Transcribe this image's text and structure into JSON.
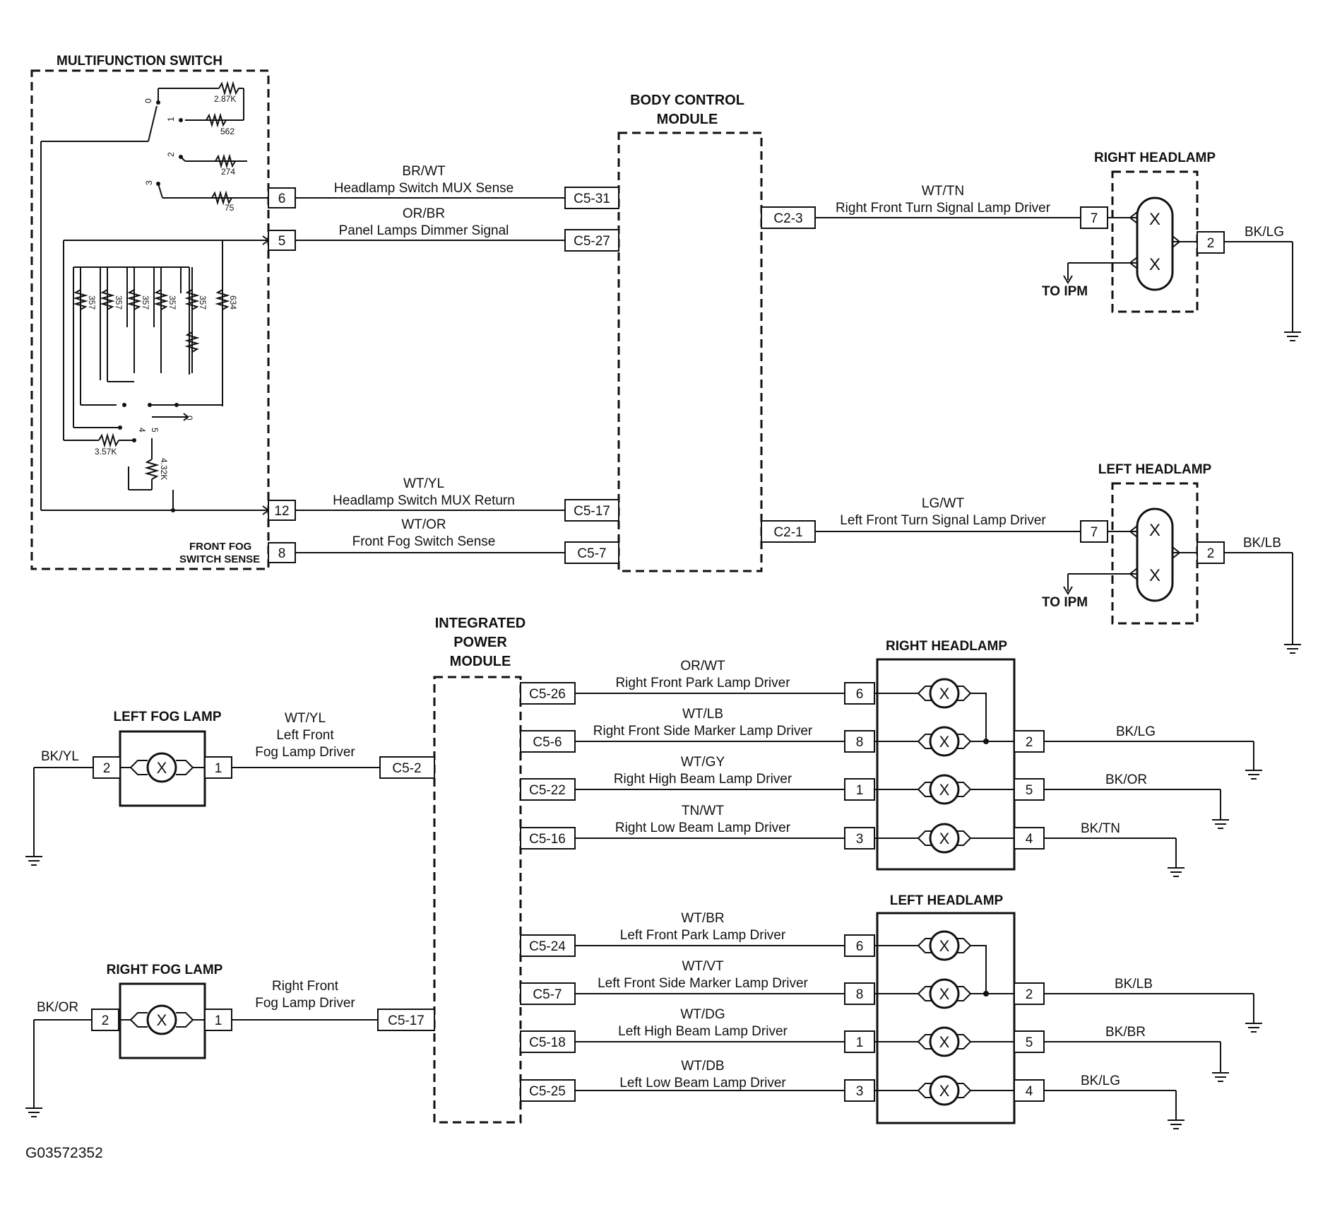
{
  "figure_id": "G03572352",
  "multifunction_switch": {
    "title": "MULTIFUNCTION SWITCH",
    "positions": [
      "0",
      "1",
      "2",
      "3",
      "4",
      "5",
      "0"
    ],
    "resistors": [
      "2.87K",
      "562",
      "274",
      "75",
      "357",
      "357",
      "357",
      "357",
      "357",
      "634",
      "3.57K",
      "4.32K"
    ],
    "front_fog_label_1": "FRONT FOG",
    "front_fog_label_2": "SWITCH SENSE",
    "pins": [
      "6",
      "5",
      "12",
      "8"
    ]
  },
  "body_control_module": {
    "title_1": "BODY CONTROL",
    "title_2": "MODULE",
    "left_connectors": [
      "C5-31",
      "C5-27",
      "C5-17",
      "C5-7"
    ],
    "right_connectors": [
      "C2-3",
      "C2-1"
    ]
  },
  "switch_wires": [
    {
      "color": "BR/WT",
      "name": "Headlamp Switch MUX Sense"
    },
    {
      "color": "OR/BR",
      "name": "Panel Lamps Dimmer Signal"
    },
    {
      "color": "WT/YL",
      "name": "Headlamp Switch MUX Return"
    },
    {
      "color": "WT/OR",
      "name": "Front Fog Switch Sense"
    }
  ],
  "turn_headlamps": [
    {
      "title": "RIGHT HEADLAMP",
      "wire_color": "WT/TN",
      "wire_name": "Right Front Turn Signal Lamp Driver",
      "pin_in": "7",
      "pin_out": "2",
      "ground_color": "BK/LG",
      "to": "TO IPM"
    },
    {
      "title": "LEFT HEADLAMP",
      "wire_color": "LG/WT",
      "wire_name": "Left Front Turn Signal Lamp Driver",
      "pin_in": "7",
      "pin_out": "2",
      "ground_color": "BK/LB",
      "to": "TO IPM"
    }
  ],
  "ipm": {
    "title_1": "INTEGRATED",
    "title_2": "POWER",
    "title_3": "MODULE"
  },
  "fog_lamps": [
    {
      "title": "LEFT FOG LAMP",
      "ground_color": "BK/YL",
      "pin_left": "2",
      "pin_right": "1",
      "wire_color": "WT/YL",
      "wire_name_1": "Left Front",
      "wire_name_2": "Fog Lamp Driver",
      "connector": "C5-2"
    },
    {
      "title": "RIGHT FOG LAMP",
      "ground_color": "BK/OR",
      "pin_left": "2",
      "pin_right": "1",
      "wire_color": "",
      "wire_name_1": "Right Front",
      "wire_name_2": "Fog Lamp Driver",
      "connector": "C5-17"
    }
  ],
  "right_headlamp_group": {
    "title": "RIGHT HEADLAMP",
    "circuits": [
      {
        "connector": "C5-26",
        "wire_color": "OR/WT",
        "wire_name": "Right Front Park Lamp Driver",
        "pin_in": "6"
      },
      {
        "connector": "C5-6",
        "wire_color": "WT/LB",
        "wire_name": "Right Front Side Marker Lamp Driver",
        "pin_in": "8"
      },
      {
        "connector": "C5-22",
        "wire_color": "WT/GY",
        "wire_name": "Right High Beam Lamp Driver",
        "pin_in": "1"
      },
      {
        "connector": "C5-16",
        "wire_color": "TN/WT",
        "wire_name": "Right Low Beam Lamp Driver",
        "pin_in": "3"
      }
    ],
    "grounds": [
      {
        "pin": "2",
        "color": "BK/LG"
      },
      {
        "pin": "5",
        "color": "BK/OR"
      },
      {
        "pin": "4",
        "color": "BK/TN"
      }
    ]
  },
  "left_headlamp_group": {
    "title": "LEFT HEADLAMP",
    "circuits": [
      {
        "connector": "C5-24",
        "wire_color": "WT/BR",
        "wire_name": "Left Front Park Lamp Driver",
        "pin_in": "6"
      },
      {
        "connector": "C5-7",
        "wire_color": "WT/VT",
        "wire_name": "Left Front Side Marker Lamp Driver",
        "pin_in": "8"
      },
      {
        "connector": "C5-18",
        "wire_color": "WT/DG",
        "wire_name": "Left High Beam Lamp Driver",
        "pin_in": "1"
      },
      {
        "connector": "C5-25",
        "wire_color": "WT/DB",
        "wire_name": "Left Low Beam Lamp Driver",
        "pin_in": "3"
      }
    ],
    "grounds": [
      {
        "pin": "2",
        "color": "BK/LB"
      },
      {
        "pin": "5",
        "color": "BK/BR"
      },
      {
        "pin": "4",
        "color": "BK/LG"
      }
    ]
  },
  "lamp_symbol": "X"
}
